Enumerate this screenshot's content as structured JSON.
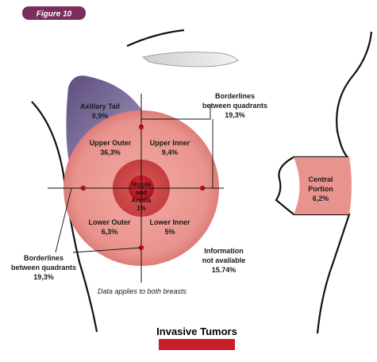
{
  "figure_label": "Figure 10",
  "axillary_tail": {
    "name": "Axillary Tail",
    "pct": "0,9%"
  },
  "upper_outer": {
    "name": "Upper Outer",
    "pct": "36,3%"
  },
  "upper_inner": {
    "name": "Upper Inner",
    "pct": "9,4%"
  },
  "lower_outer": {
    "name": "Lower Outer",
    "pct": "6,3%"
  },
  "lower_inner": {
    "name": "Lower Inner",
    "pct": "5%"
  },
  "nipple_areola": {
    "line1": "Nipple",
    "line2": "and",
    "line3": "Areola",
    "pct": "1%"
  },
  "borderlines_top": {
    "line1": "Borderlines",
    "line2": "between quadrants",
    "pct": "19,3%"
  },
  "borderlines_bottom": {
    "line1": "Borderlines",
    "line2": "between quadrants",
    "pct": "19,3%"
  },
  "central_portion": {
    "line1": "Central",
    "line2": "Portion",
    "pct": "6,2%"
  },
  "info_na": {
    "line1": "Information",
    "line2": "not available",
    "pct": "15.74%"
  },
  "note": "Data applies to both breasts",
  "legend": {
    "title": "Invasive Tumors",
    "color": "#c8202a"
  },
  "colors": {
    "figure_tag": "#7b2d5e",
    "outer_circle": "#e9938e",
    "inner_circle": "#cc4a4a",
    "nipple": "#b81e2a",
    "axillary": "#7a6a98",
    "dot": "#c0101e"
  }
}
